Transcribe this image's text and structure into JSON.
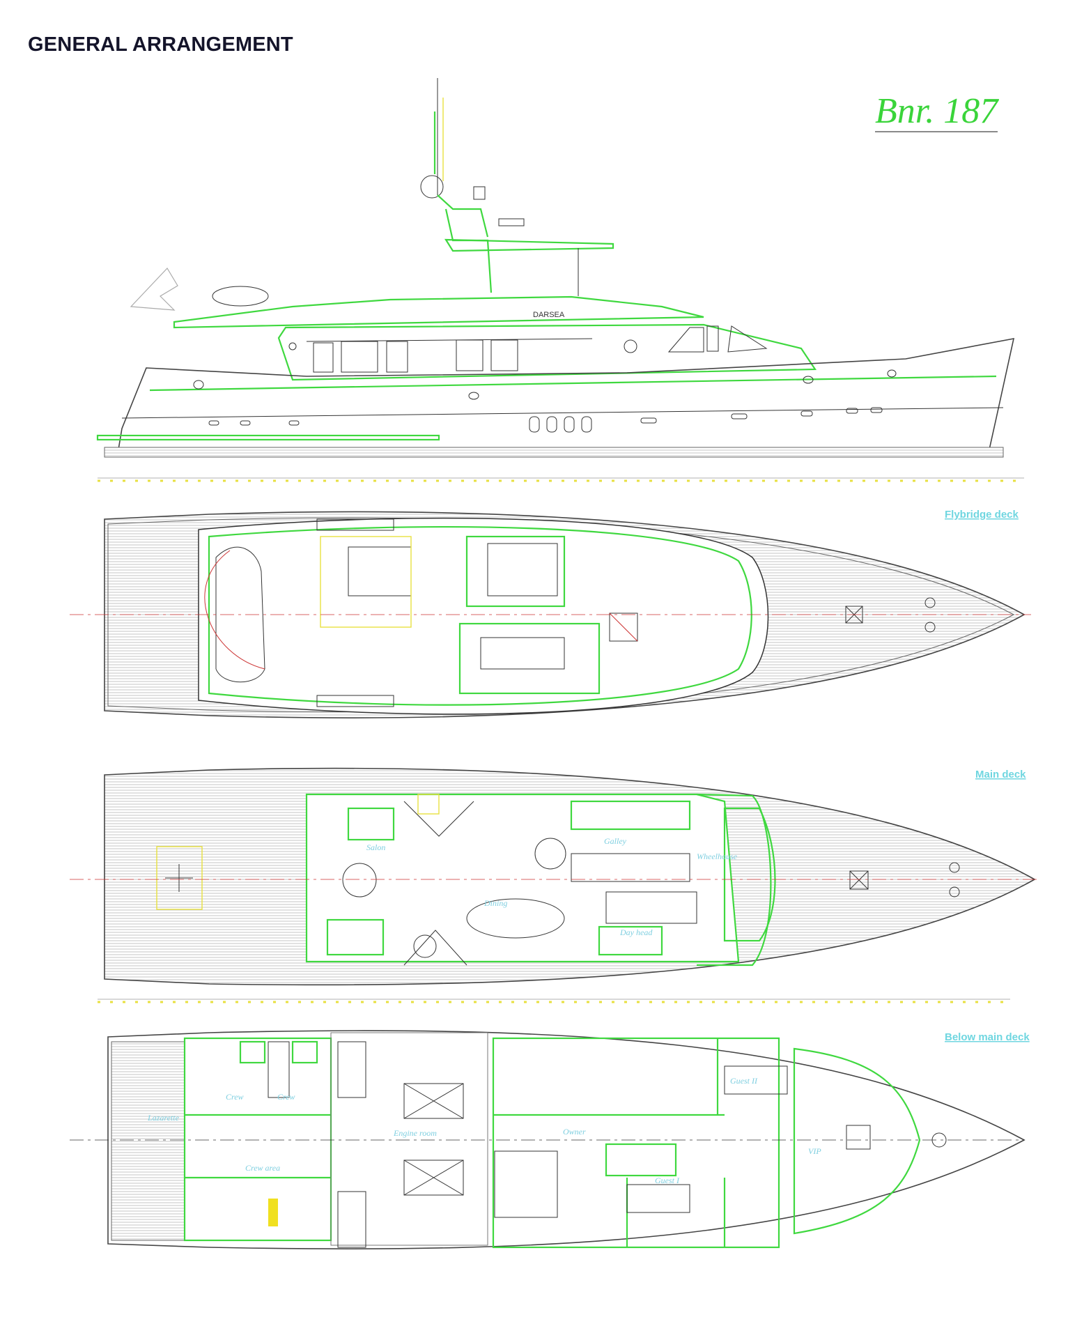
{
  "header": {
    "title": "GENERAL ARRANGEMENT",
    "build_number": "Bnr. 187"
  },
  "profile": {
    "name_on_hull": "DARSEA"
  },
  "decks": {
    "flybridge": {
      "label": "Flybridge deck"
    },
    "main": {
      "label": "Main deck",
      "rooms": [
        "Salon",
        "Dining",
        "Galley",
        "Wheelhouse",
        "Day head"
      ]
    },
    "below": {
      "label": "Below main deck",
      "rooms": [
        "Lazarette",
        "Crew",
        "Crew",
        "Crew area",
        "Engine room",
        "Owner",
        "Guest II",
        "Guest I",
        "VIP"
      ]
    }
  },
  "colors": {
    "structure": "#3fd83f",
    "furniture": "#e8e040",
    "labels": "#6fd6e0",
    "hull": "#444444"
  }
}
